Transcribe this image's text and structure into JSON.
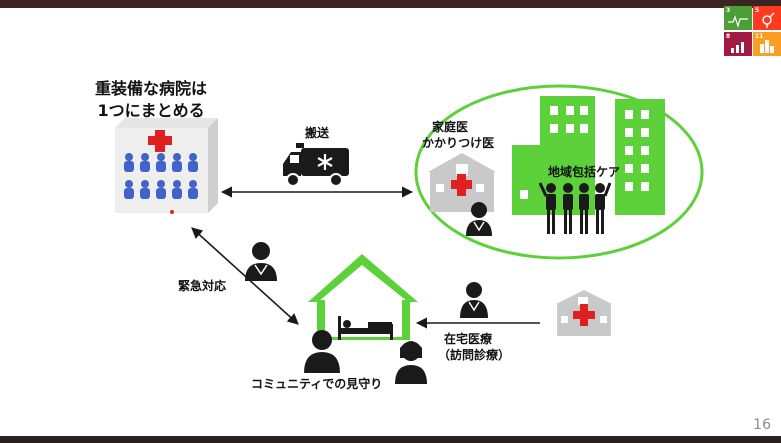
{
  "title_lines": [
    "重装備な病院は",
    "1つにまとめる"
  ],
  "labels": {
    "transport": "搬送",
    "family_doctor_line1": "家庭医",
    "family_doctor_line2": "かかりつけ医",
    "community_care": "地域包括ケア",
    "emergency": "緊急対応",
    "home_care_line1": "在宅医療",
    "home_care_line2": "（訪問診療）",
    "community_watch": "コミュニティでの見守り"
  },
  "sdg_badges": [
    {
      "number": "3",
      "color": "#4c9f38",
      "icon": "heartbeat-icon"
    },
    {
      "number": "5",
      "color": "#ff3a21",
      "icon": "gender-icon"
    },
    {
      "number": "8",
      "color": "#a21942",
      "icon": "growth-chart-icon"
    },
    {
      "number": "11",
      "color": "#fd9d24",
      "icon": "city-icon"
    }
  ],
  "page_number": "16",
  "colors": {
    "green": "#5cd13a",
    "hospital_gray": "#c9c9c9",
    "people_blue": "#3f63c9",
    "cross_red": "#e02020",
    "dark": "#1a1a1a"
  }
}
